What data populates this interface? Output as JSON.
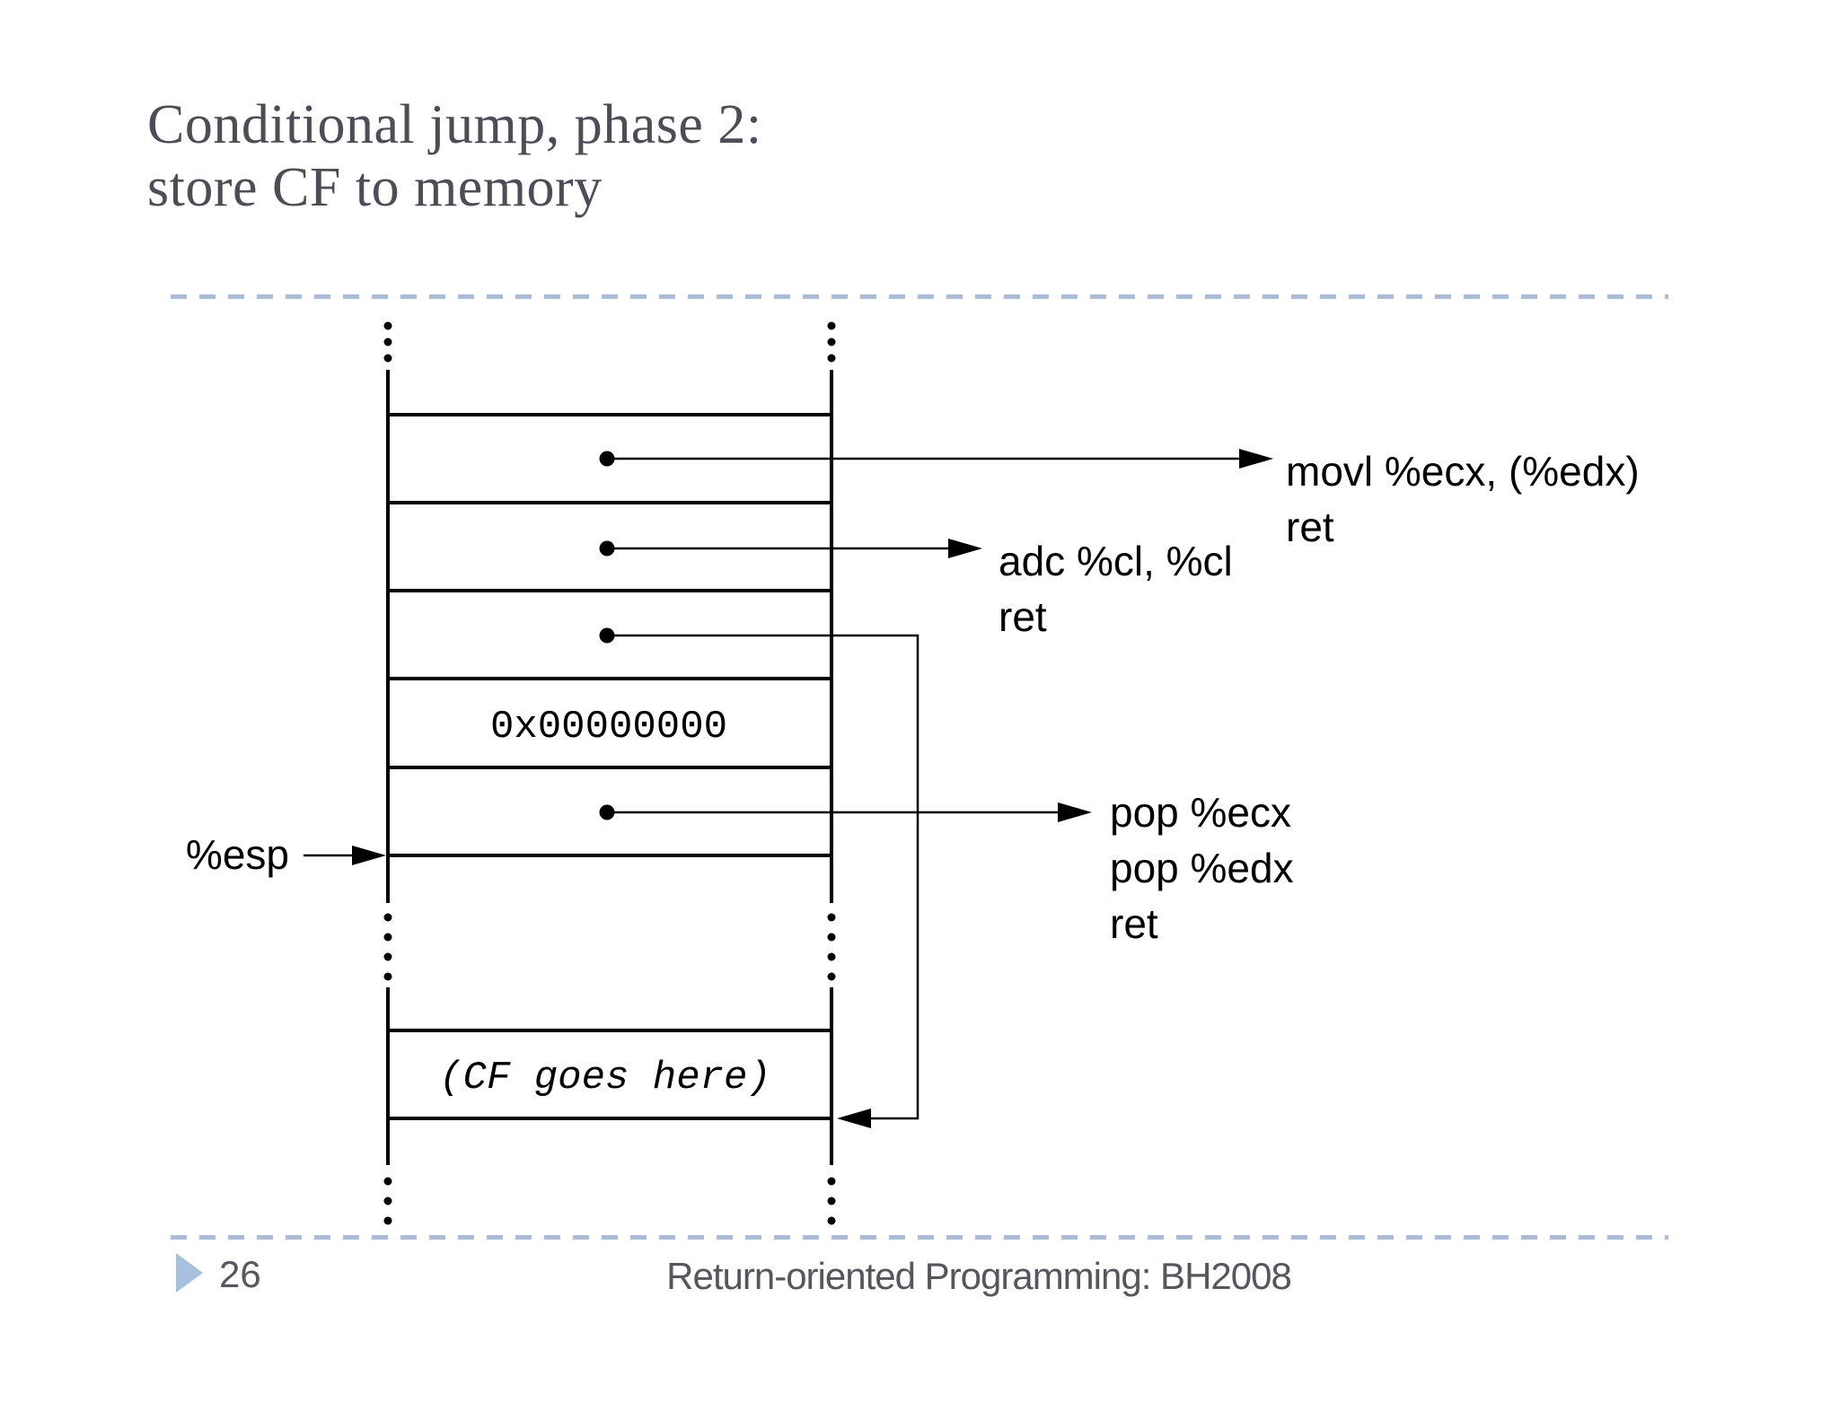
{
  "slide": {
    "title_line1": "Conditional jump, phase 2:",
    "title_line2": "store CF to memory",
    "page_number": "26",
    "footer_text": "Return-oriented Programming: BH2008"
  },
  "diagram": {
    "esp_label": "%esp",
    "null_value": "0x00000000",
    "cf_label": "(CF goes here)",
    "gadget_movl": {
      "line1": "movl %ecx, (%edx)",
      "line2": "ret"
    },
    "gadget_adc": {
      "line1": "adc %cl, %cl",
      "line2": "ret"
    },
    "gadget_pop": {
      "line1": "pop %ecx",
      "line2": "pop %edx",
      "line3": "ret"
    }
  },
  "colors": {
    "title_text": "#4c4d57",
    "footer_text": "#56575e",
    "dashed_divider": "#a9bed6",
    "footer_triangle": "#a6c1db",
    "diagram_ink": "#000000"
  }
}
